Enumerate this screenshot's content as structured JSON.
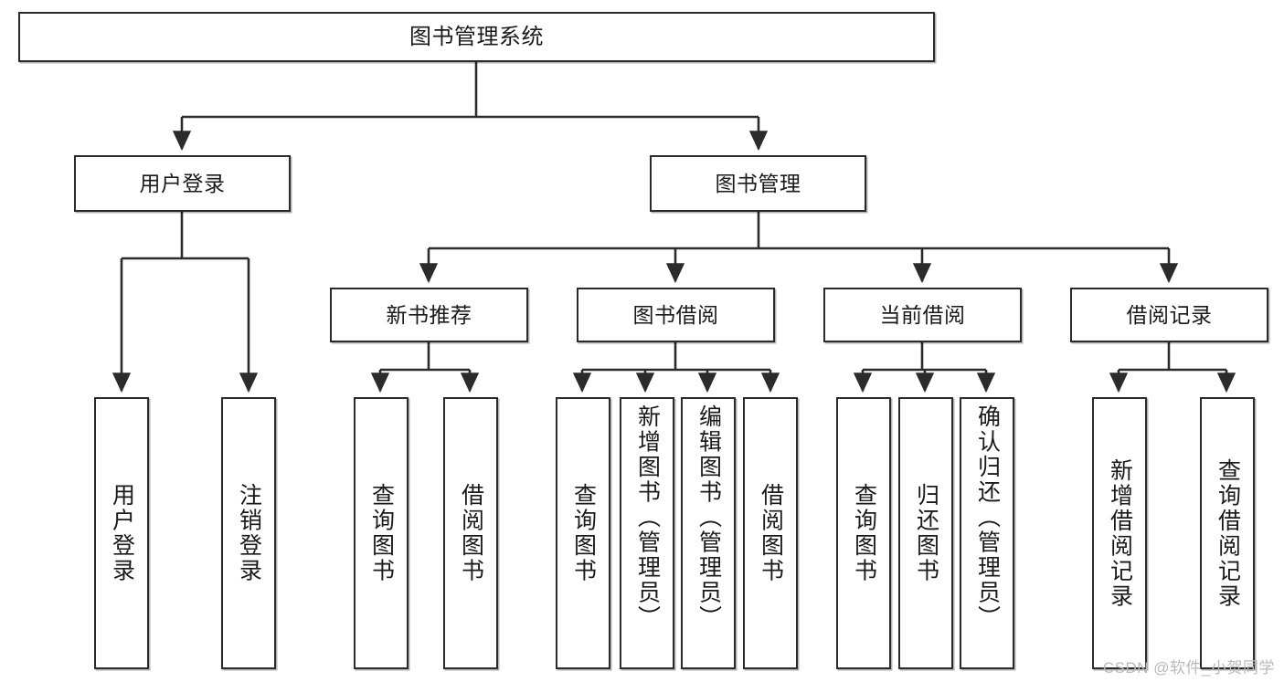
{
  "diagram": {
    "title": "图书管理系统",
    "root": {
      "label": "图书管理系统"
    },
    "level2": [
      {
        "label": "用户登录"
      },
      {
        "label": "图书管理"
      }
    ],
    "level3": [
      {
        "label": "新书推荐"
      },
      {
        "label": "图书借阅"
      },
      {
        "label": "当前借阅"
      },
      {
        "label": "借阅记录"
      }
    ],
    "leaves": [
      {
        "label": "用户登录"
      },
      {
        "label": "注销登录"
      },
      {
        "label": "查询图书"
      },
      {
        "label": "借阅图书"
      },
      {
        "label": "查询图书"
      },
      {
        "label": "新增图书（管理员）"
      },
      {
        "label": "编辑图书（管理员）"
      },
      {
        "label": "借阅图书"
      },
      {
        "label": "查询图书"
      },
      {
        "label": "归还图书"
      },
      {
        "label": "确认归还（管理员）"
      },
      {
        "label": "新增借阅记录"
      },
      {
        "label": "查询借阅记录"
      }
    ],
    "watermark": "CSDN @软件_小贺同学",
    "colors": {
      "stroke": "#2b2b2b",
      "fill": "#ffffff",
      "text": "#1a1a1a",
      "watermark": "#b9b9b9"
    }
  }
}
